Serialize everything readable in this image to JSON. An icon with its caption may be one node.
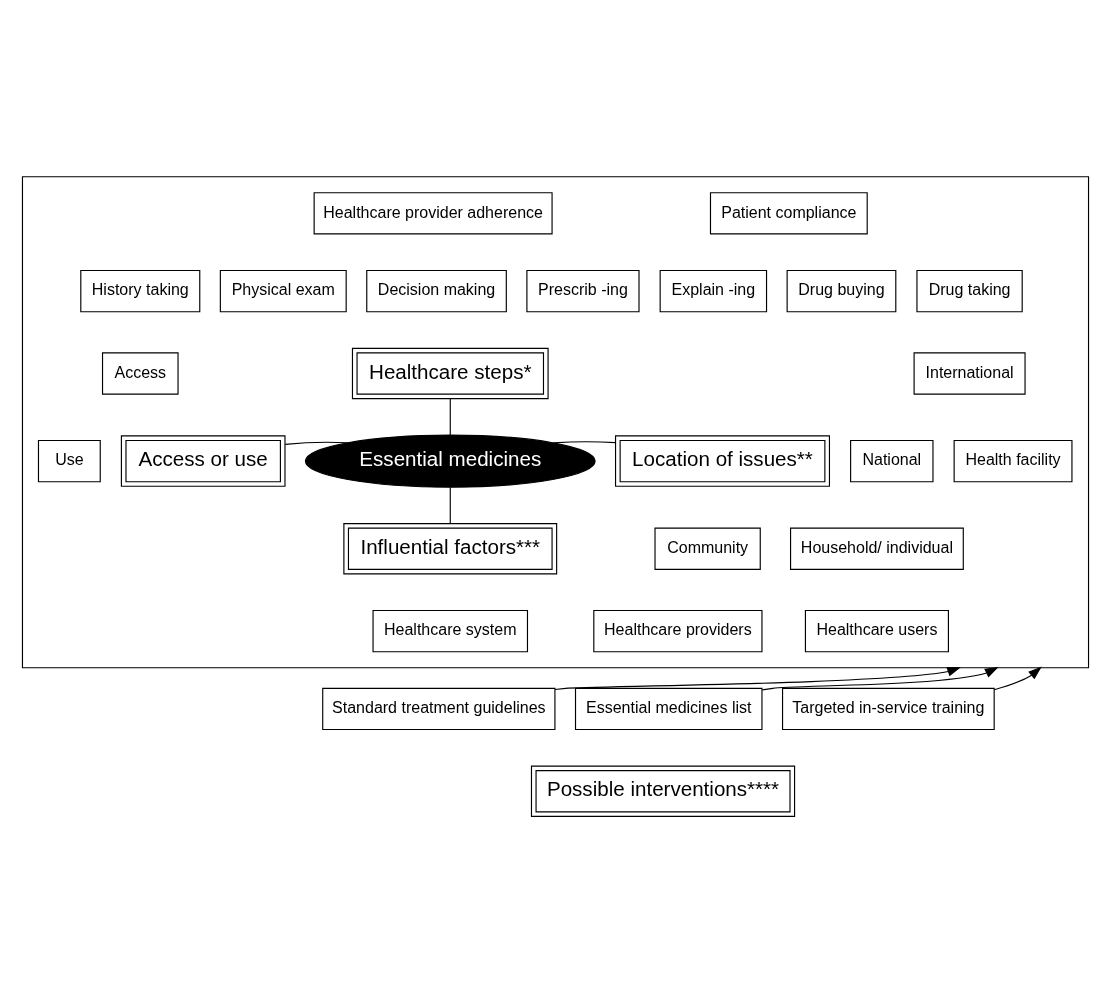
{
  "diagram": {
    "nodes": [
      {
        "text": [],
        "shape": "box"
      },
      {
        "text": [
          "Healthcare provider adherence"
        ],
        "in": 0
      },
      {
        "text": [
          "Patient compliance"
        ],
        "in": 0
      },
      {
        "text": [
          "History taking"
        ],
        "in": 0
      },
      {
        "text": [
          "Physical exam"
        ],
        "in": 0
      },
      {
        "text": [
          "Decision making"
        ],
        "in": 0
      },
      {
        "text": [
          "Prescrib -ing"
        ],
        "in": 0
      },
      {
        "text": [
          "Explain -ing"
        ],
        "in": 0
      },
      {
        "text": [
          "Drug buying"
        ],
        "in": 0
      },
      {
        "text": [
          "Drug taking"
        ],
        "in": 0
      },
      {
        "text": [
          "Healthcare steps*"
        ],
        "in": 0
      },
      {
        "text": [
          "International"
        ],
        "in": 0
      },
      {
        "text": [
          "Access"
        ],
        "in": 0
      },
      {
        "text": [
          "Access or use"
        ],
        "in": 0
      },
      {
        "text": [
          "Essential medicines"
        ],
        "in": 0
      },
      {
        "text": [
          "Location of issues**"
        ],
        "in": 0
      },
      {
        "text": [
          "National"
        ],
        "in": 0
      },
      {
        "text": [
          "Use"
        ],
        "in": 0
      },
      {
        "text": [
          "Health facility"
        ],
        "in": 0
      },
      {
        "text": [
          "Community"
        ],
        "in": 0
      },
      {
        "text": [
          "Household/ individual"
        ],
        "in": 0
      },
      {
        "text": [
          "Influential factors***"
        ],
        "in": 0
      },
      {
        "text": [
          "Healthcare system"
        ],
        "in": 0
      },
      {
        "text": [
          "Healthcare providers"
        ],
        "in": 0
      },
      {
        "text": [
          "Healthcare users"
        ],
        "in": 0
      },
      {
        "text": [
          "Standard treatment guidelines"
        ]
      },
      {
        "text": [
          "Essential medicines list"
        ]
      },
      {
        "text": [
          "Targeted in-service training"
        ]
      },
      {
        "text": [
          "Possible interventions****"
        ]
      }
    ],
    "edges": [
      {
        "from": 10,
        "to": 14,
        "arrow": "none"
      },
      {
        "from": 13,
        "to": 14,
        "arrow": "none"
      },
      {
        "from": 14,
        "to": 15,
        "arrow": "none"
      },
      {
        "from": 14,
        "to": 21,
        "arrow": "none"
      },
      {
        "from": 25,
        "to": 0,
        "arrow": "to"
      },
      {
        "from": 26,
        "to": 0,
        "arrow": "to"
      },
      {
        "from": 27,
        "to": 0,
        "arrow": "to"
      }
    ]
  }
}
